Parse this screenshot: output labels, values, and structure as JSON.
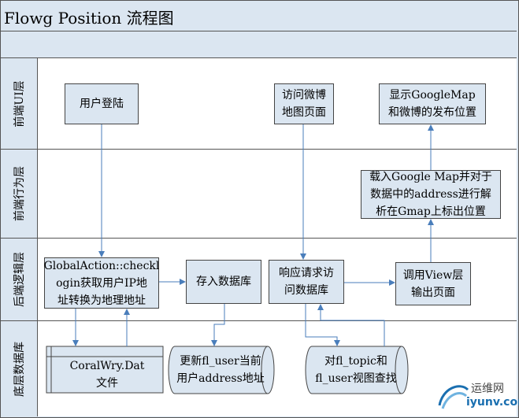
{
  "title": "Flowg Position 流程图",
  "lanes": [
    {
      "label": "前端UI层"
    },
    {
      "label": "前端行为层"
    },
    {
      "label": "后端逻辑层"
    },
    {
      "label": "底层数据库"
    }
  ],
  "nodes": {
    "login": "用户登陆",
    "visit_map": "访问微博\n地图页面",
    "show_map": "显示GoogleMap\n和微博的发布位置",
    "load_map": "载入Google Map并对于\n数据中的address进行解\n析在Gmap上标出位置",
    "global_action": "GlobalAction::checkl\nogin获取用户IP地\n址转换为地理地址",
    "save_db": "存入数据库",
    "respond": "响应请求访\n问数据库",
    "call_view": "调用View层\n输出页面",
    "coralwry": "CoralWry.Dat\n文件",
    "update_user": "更新fl_user当前\n用户address地址",
    "query_topic": "对fl_topic和\nfl_user视图查找"
  },
  "watermark": {
    "cn": "运维网",
    "en": "iyunv.com"
  },
  "colors": {
    "lane_label_bg": "#dbe6f1",
    "box_fill": "#dbe6f1",
    "arrow": "#4a7ebb",
    "line": "#444444"
  }
}
